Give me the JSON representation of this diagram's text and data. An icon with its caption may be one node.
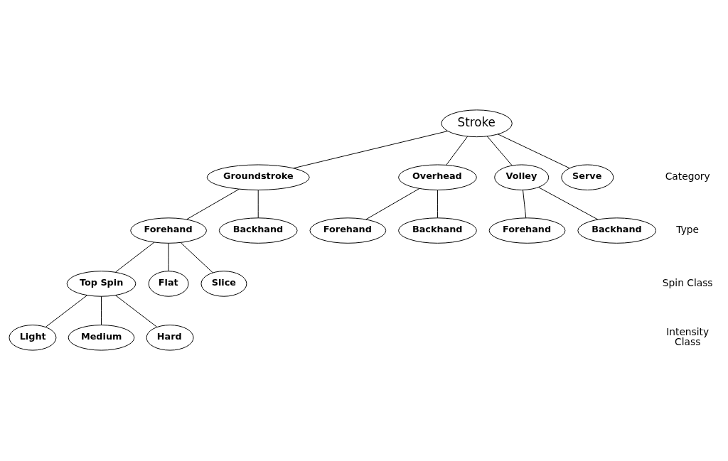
{
  "diagram": {
    "nodes": [
      {
        "text": [
          "Stroke"
        ]
      },
      {
        "text": [
          "Groundstroke"
        ]
      },
      {
        "text": [
          "Overhead"
        ]
      },
      {
        "text": [
          "Volley"
        ]
      },
      {
        "text": [
          "Serve"
        ]
      },
      {
        "text": [
          "Forehand"
        ]
      },
      {
        "text": [
          "Backhand"
        ]
      },
      {
        "text": [
          "Forehand"
        ]
      },
      {
        "text": [
          "Backhand"
        ]
      },
      {
        "text": [
          "Forehand"
        ]
      },
      {
        "text": [
          "Backhand"
        ]
      },
      {
        "text": [
          "Top Spin"
        ]
      },
      {
        "text": [
          "Flat"
        ]
      },
      {
        "text": [
          "Slice"
        ]
      },
      {
        "text": [
          "Light"
        ]
      },
      {
        "text": [
          "Medium"
        ]
      },
      {
        "text": [
          "Hard"
        ]
      }
    ],
    "edges": [
      {
        "from": 0,
        "to": 1,
        "arrow": "none"
      },
      {
        "from": 0,
        "to": 2,
        "arrow": "none"
      },
      {
        "from": 0,
        "to": 3,
        "arrow": "none"
      },
      {
        "from": 0,
        "to": 4,
        "arrow": "none"
      },
      {
        "from": 1,
        "to": 5,
        "arrow": "none"
      },
      {
        "from": 1,
        "to": 6,
        "arrow": "none"
      },
      {
        "from": 2,
        "to": 7,
        "arrow": "none"
      },
      {
        "from": 2,
        "to": 8,
        "arrow": "none"
      },
      {
        "from": 3,
        "to": 9,
        "arrow": "none"
      },
      {
        "from": 3,
        "to": 10,
        "arrow": "none"
      },
      {
        "from": 5,
        "to": 11,
        "arrow": "none"
      },
      {
        "from": 5,
        "to": 12,
        "arrow": "none"
      },
      {
        "from": 5,
        "to": 13,
        "arrow": "none"
      },
      {
        "from": 11,
        "to": 14,
        "arrow": "none"
      },
      {
        "from": 11,
        "to": 15,
        "arrow": "none"
      },
      {
        "from": 11,
        "to": 16,
        "arrow": "none"
      }
    ],
    "labels": [
      "Category",
      "Type",
      "Spin Class",
      "Intensity Class"
    ]
  }
}
